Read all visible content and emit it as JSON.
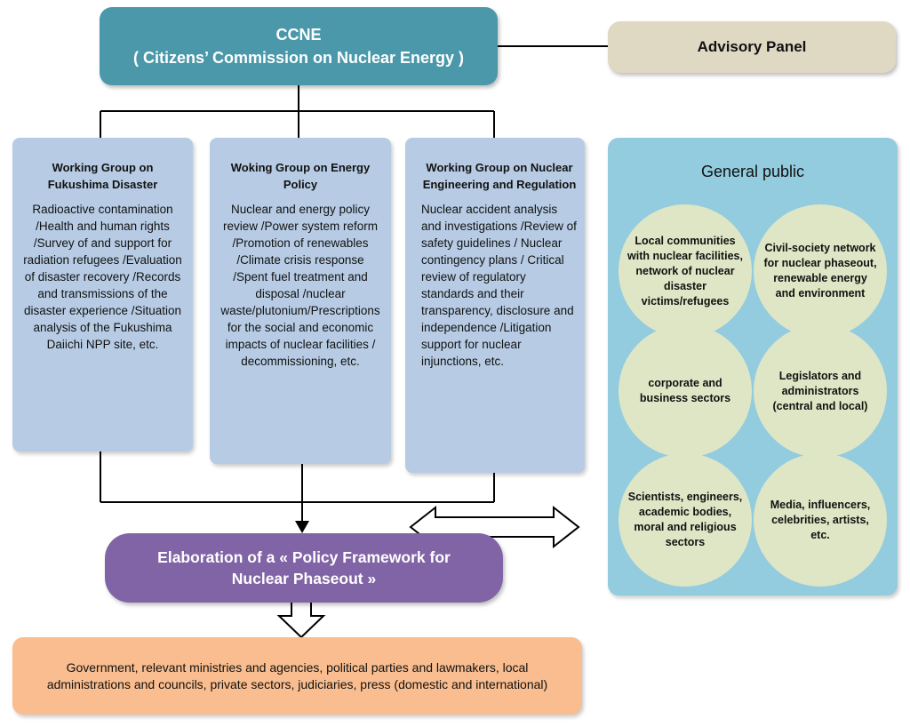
{
  "ccne": {
    "line1": "CCNE",
    "line2": "( Citizens’ Commission on Nuclear Energy )"
  },
  "advisory_panel": "Advisory Panel",
  "working_groups": [
    {
      "title": "Working Group on Fukushima Disaster",
      "body": "Radioactive contamination /Health and human rights /Survey of and support for radiation refugees /Evaluation of disaster recovery /Records and transmissions of the disaster experience /Situation analysis of the Fukushima Daiichi NPP site, etc."
    },
    {
      "title": "Woking Group on Energy Policy",
      "body": "Nuclear and energy policy review /Power system reform /Promotion of renewables /Climate crisis response /Spent fuel treatment and disposal /nuclear waste/plutonium/Prescriptions for the social and economic impacts of nuclear facilities / decommissioning, etc."
    },
    {
      "title": "Working Group on Nuclear Engineering and Regulation",
      "body": "Nuclear accident analysis and investigations /Review of safety guidelines / Nuclear contingency plans / Critical review of regulatory standards and their transparency, disclosure and independence /Litigation support for nuclear injunctions, etc."
    }
  ],
  "general_public": {
    "title": "General public",
    "groups": [
      "Local communities with nuclear facilities, network of nuclear disaster victims/refugees",
      "Civil-society network for nuclear phaseout, renewable energy and environment",
      "corporate and business sectors",
      "Legislators and administrators (central and local)",
      "Scientists, engineers, academic bodies, moral and religious sectors",
      "Media, influencers, celebrities, artists, etc."
    ]
  },
  "elaboration": {
    "line1": "Elaboration of a « Policy Framework for",
    "line2": "Nuclear Phaseout »"
  },
  "stakeholders": "Government, relevant ministries and agencies, political parties and lawmakers, local administrations and councils, private sectors, judiciaries, press (domestic and international)",
  "colors": {
    "ccne": "#4a98aa",
    "advisory": "#dfd8c3",
    "working_group": "#b7cce4",
    "general_public": "#93ccdf",
    "circle": "#dfe6c5",
    "elaboration": "#8164a5",
    "stakeholders": "#f9bd8f"
  }
}
